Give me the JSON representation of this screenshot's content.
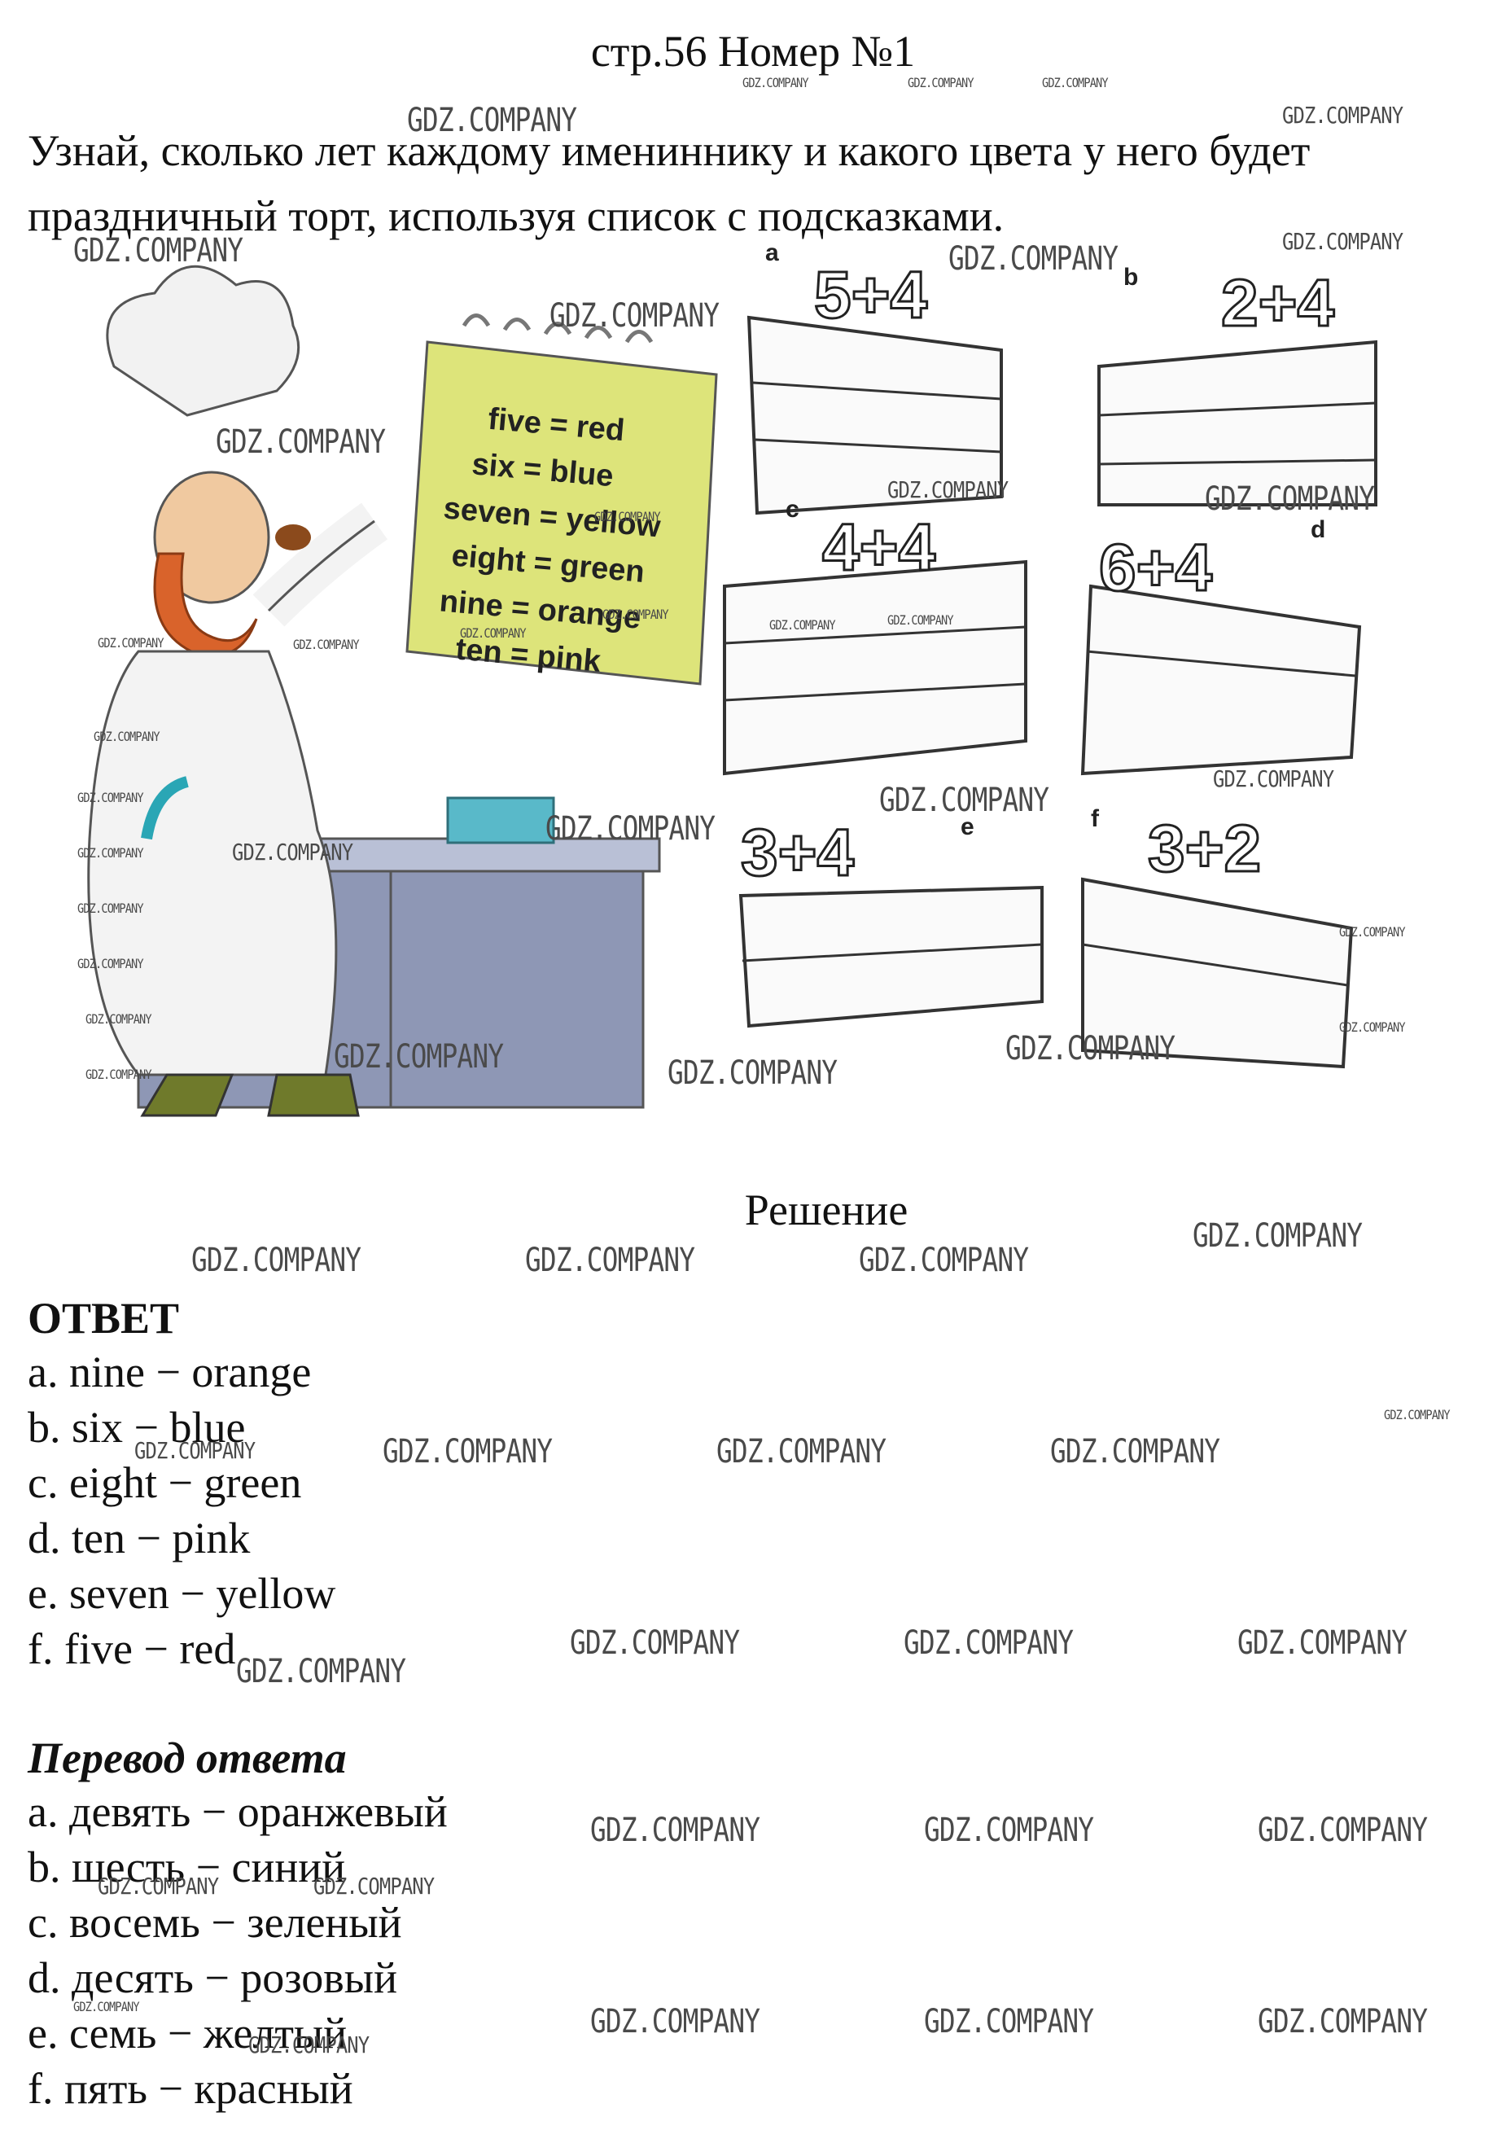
{
  "header": "стр.56 Номер №1",
  "task": "Узнай, сколько лет каждому имениннику и какого цвета у него будет праздничный торт, используя список с подсказками.",
  "illustration": {
    "hints": [
      "five = red",
      "six = blue",
      "seven = yellow",
      "eight = green",
      "nine = orange",
      "ten = pink"
    ],
    "cakes": [
      {
        "label": "a",
        "expression": "5+4"
      },
      {
        "label": "b",
        "expression": "2+4"
      },
      {
        "label": "c",
        "expression": "4+4"
      },
      {
        "label": "d",
        "expression": "6+4"
      },
      {
        "label": "e",
        "expression": "3+4"
      },
      {
        "label": "f",
        "expression": "3+2"
      }
    ]
  },
  "solution_title": "Решение",
  "answer": {
    "title": "ОТВЕТ",
    "items": [
      "a. nine − orange",
      "b. six − blue",
      "c. eight − green",
      "d. ten − pink",
      "e. seven − yellow",
      "f. five − red"
    ]
  },
  "translation": {
    "title": "Перевод ответа",
    "items": [
      "а. девять − оранжевый",
      "b. шесть − синий",
      "c. восемь − зеленый",
      "d. десять − розовый",
      "e. семь − желтый",
      "f. пять − красный"
    ]
  },
  "watermark": "GDZ.COMPANY"
}
